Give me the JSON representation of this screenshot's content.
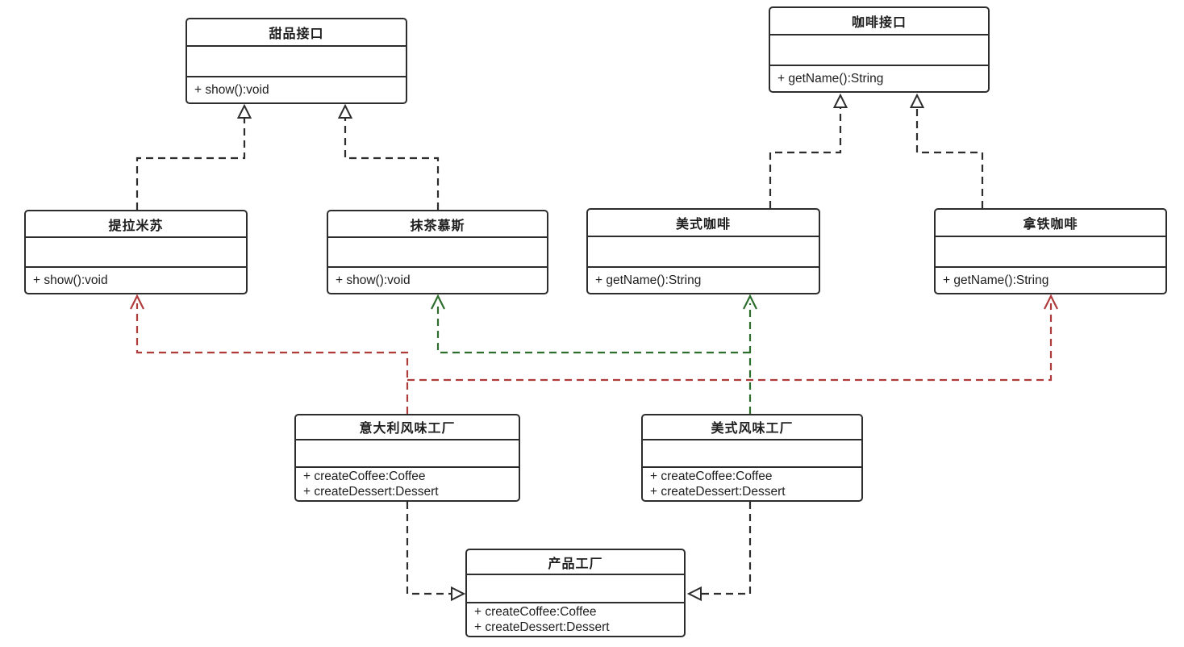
{
  "diagram_title": "abstract-factory-uml-class-diagram",
  "colors": {
    "line": "#2d2d2d",
    "red_dependency": "#b03b3b",
    "green_dependency": "#2d6e2d",
    "background": "#ffffff",
    "box_fill": "#ffffff"
  },
  "classes": [
    {
      "key": "dessert-interface",
      "title": "甜品接口",
      "attributes": "",
      "methods": [
        "+ show():void"
      ]
    },
    {
      "key": "coffee-interface",
      "title": "咖啡接口",
      "attributes": "",
      "methods": [
        "+ getName():String"
      ]
    },
    {
      "key": "tiramisu",
      "title": "提拉米苏",
      "attributes": "",
      "methods": [
        "+ show():void"
      ]
    },
    {
      "key": "matcha-mousse",
      "title": "抹茶慕斯",
      "attributes": "",
      "methods": [
        "+ show():void"
      ]
    },
    {
      "key": "americano",
      "title": "美式咖啡",
      "attributes": "",
      "methods": [
        "+ getName():String"
      ]
    },
    {
      "key": "latte",
      "title": "拿铁咖啡",
      "attributes": "",
      "methods": [
        "+ getName():String"
      ]
    },
    {
      "key": "italian-factory",
      "title": "意大利风味工厂",
      "attributes": "",
      "methods": [
        "+ createCoffee:Coffee",
        "+ createDessert:Dessert"
      ]
    },
    {
      "key": "american-factory",
      "title": "美式风味工厂",
      "attributes": "",
      "methods": [
        "+ createCoffee:Coffee",
        "+ createDessert:Dessert"
      ]
    },
    {
      "key": "product-factory",
      "title": "产品工厂",
      "attributes": "",
      "methods": [
        "+ createCoffee:Coffee",
        "+ createDessert:Dessert"
      ]
    }
  ],
  "relationships": [
    {
      "from": "提拉米苏",
      "to": "甜品接口",
      "type": "realization",
      "style": "dashed-hollow-triangle",
      "color": "#2d2d2d"
    },
    {
      "from": "抹茶慕斯",
      "to": "甜品接口",
      "type": "realization",
      "style": "dashed-hollow-triangle",
      "color": "#2d2d2d"
    },
    {
      "from": "美式咖啡",
      "to": "咖啡接口",
      "type": "realization",
      "style": "dashed-hollow-triangle",
      "color": "#2d2d2d"
    },
    {
      "from": "拿铁咖啡",
      "to": "咖啡接口",
      "type": "realization",
      "style": "dashed-hollow-triangle",
      "color": "#2d2d2d"
    },
    {
      "from": "意大利风味工厂",
      "to": "提拉米苏",
      "type": "dependency",
      "style": "dashed-open-arrow",
      "color": "#b03b3b"
    },
    {
      "from": "意大利风味工厂",
      "to": "拿铁咖啡",
      "type": "dependency",
      "style": "dashed-open-arrow",
      "color": "#b03b3b"
    },
    {
      "from": "美式风味工厂",
      "to": "抹茶慕斯",
      "type": "dependency",
      "style": "dashed-open-arrow",
      "color": "#2d6e2d"
    },
    {
      "from": "美式风味工厂",
      "to": "美式咖啡",
      "type": "dependency",
      "style": "dashed-open-arrow",
      "color": "#2d6e2d"
    },
    {
      "from": "意大利风味工厂",
      "to": "产品工厂",
      "type": "realization",
      "style": "dashed-hollow-triangle",
      "color": "#2d2d2d"
    },
    {
      "from": "美式风味工厂",
      "to": "产品工厂",
      "type": "realization",
      "style": "dashed-hollow-triangle",
      "color": "#2d2d2d"
    }
  ]
}
